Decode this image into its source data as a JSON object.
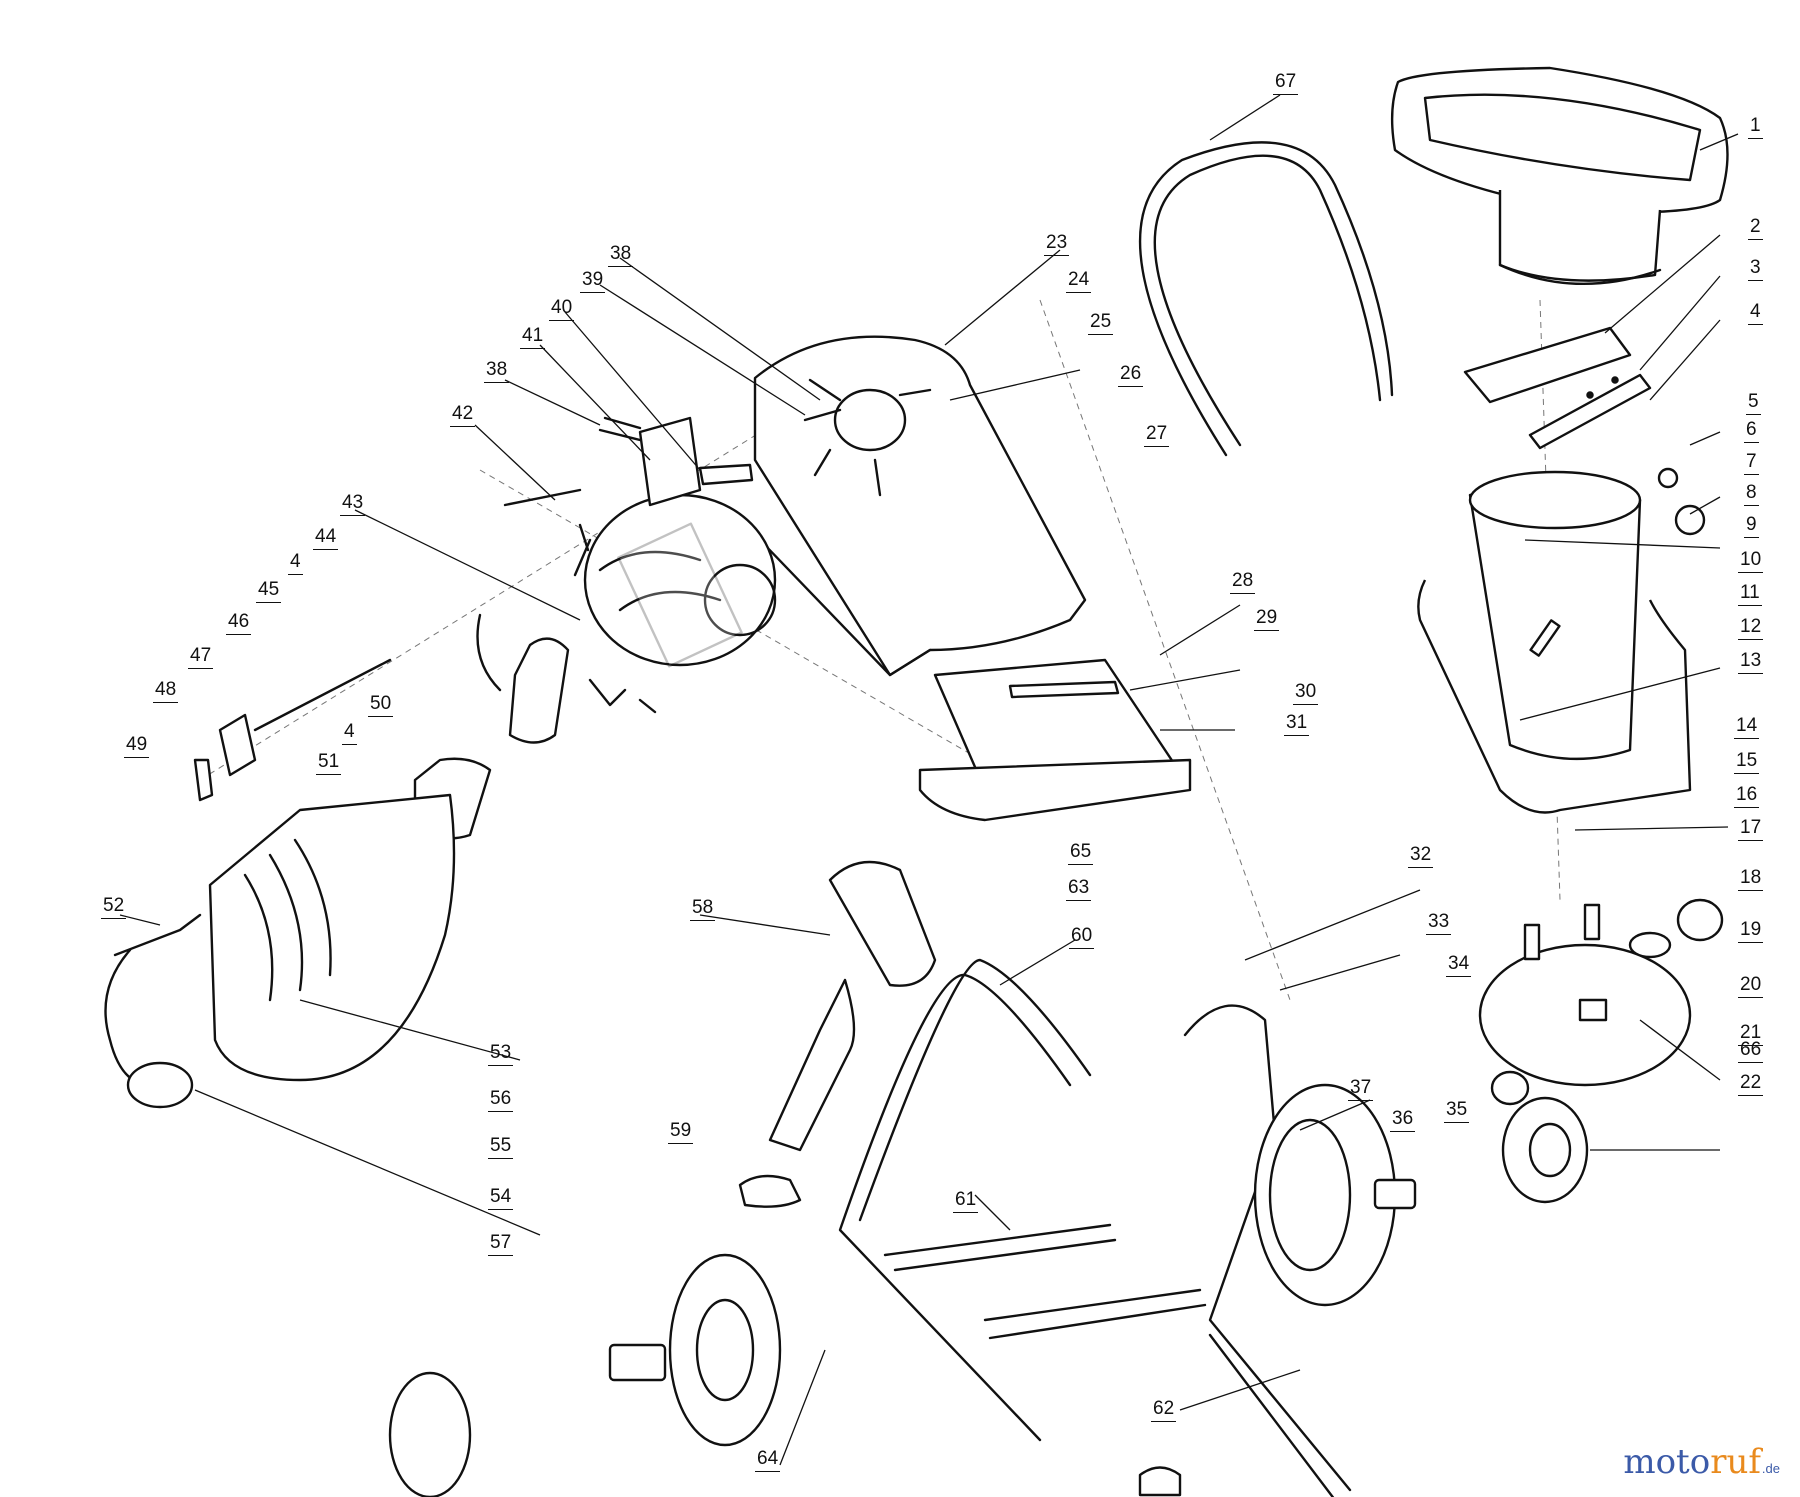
{
  "diagram": {
    "callouts": [
      "1",
      "2",
      "3",
      "4",
      "5",
      "6",
      "7",
      "8",
      "9",
      "10",
      "11",
      "12",
      "13",
      "14",
      "15",
      "16",
      "17",
      "18",
      "19",
      "20",
      "21",
      "22",
      "23",
      "24",
      "25",
      "26",
      "27",
      "28",
      "29",
      "30",
      "31",
      "32",
      "33",
      "34",
      "35",
      "36",
      "37",
      "38",
      "39",
      "40",
      "41",
      "42",
      "43",
      "44",
      "45",
      "46",
      "47",
      "48",
      "49",
      "50",
      "51",
      "52",
      "53",
      "54",
      "55",
      "56",
      "57",
      "58",
      "59",
      "60",
      "61",
      "62",
      "63",
      "64",
      "65",
      "66",
      "67"
    ],
    "extra_callouts": {
      "a4": "4",
      "b4": "4",
      "b38": "38"
    }
  },
  "watermark": {
    "part1": "moto",
    "part2": "ruf",
    "tld": ".de"
  }
}
